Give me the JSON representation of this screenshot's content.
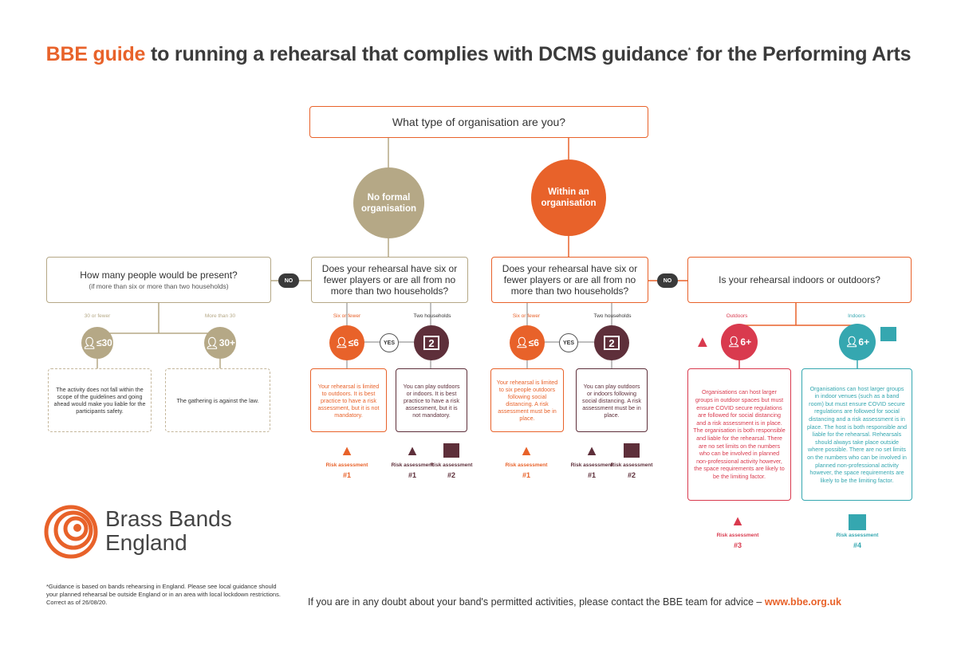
{
  "title": {
    "brand": "BBE guide",
    "rest": "to running a rehearsal that complies with DCMS guidance",
    "tail": "for the Performing Arts",
    "mark": "*"
  },
  "top_question": "What type of organisation are you?",
  "no_formal": "No formal organisation",
  "within": "Within an organisation",
  "q_how_many": "How many people would be present?",
  "q_how_many_sub": "(if more than six or more than two households)",
  "no_label": "NO",
  "yes_label": "YES",
  "q_six_a": "Does your rehearsal have six or fewer players or are all from no more than two households?",
  "q_six_b": "Does your rehearsal have six or fewer players or are all from no more than two households?",
  "q_indoors": "Is your rehearsal indoors or outdoors?",
  "lbl_30fewer": "30 or fewer",
  "lbl_more30": "More than 30",
  "icon_30": "≤30",
  "icon_30p": "30+",
  "lbl_six": "Six or fewer",
  "lbl_two": "Two households",
  "icon_le6": "≤6",
  "icon_2": "2",
  "lbl_outdoors": "Outdoors",
  "lbl_indoors": "Indoors",
  "icon_6p": "6+",
  "note_30": "The activity does not fall within the scope of the guidelines and going ahead would make you liable for the participants safety.",
  "note_30p": "The gathering is against the law.",
  "note_a1": "Your rehearsal is limited to outdoors. It is best practice to have a risk assessment, but it is not mandatory.",
  "note_a2": "You can play outdoors or indoors. It is best practice to have a risk assessment, but it is not mandatory.",
  "note_b1": "Your rehearsal is limited to six people outdoors following social distancing. A risk assessment must be in place.",
  "note_b2": "You can play outdoors or indoors following social distancing. A risk assessment must be in place.",
  "note_out": "Organisations can host larger groups in outdoor spaces but must ensure COVID secure regulations are followed for social distancing and a risk assessment is in place. The organisation is both responsible and liable for the rehearsal. There are no set limits on the numbers who can be involved in planned non-professional activity however, the space requirements are likely to be the limiting factor.",
  "note_in": "Organisations can host larger groups in indoor venues (such as a band room) but must ensure COVID secure regulations are followed for social distancing and a risk assessment is in place. The host is both responsible and liable for the rehearsal. Rehearsals should always take place outside where possible. There are no set limits on the numbers who can be involved in planned non-professional activity however, the space requirements are likely to be the limiting factor.",
  "ra": "Risk assessment",
  "ra1": "#1",
  "ra2": "#2",
  "ra3": "#3",
  "ra4": "#4",
  "logo_line1": "Brass Bands",
  "logo_line2": "England",
  "footnote": "*Guidance is based on bands rehearsing in England. Please see local guidance should your planned rehearsal be outside England or in an area with local lockdown restrictions. Correct as of 26/08/20.",
  "contact": "If you are in any doubt about your band's permitted activities, please contact the BBE team for advice –",
  "url": "www.bbe.org.uk",
  "colors": {
    "orange": "#e8622a",
    "tan": "#b5a886",
    "plum": "#5e2f3a",
    "red": "#d93a4e",
    "teal": "#35a7b0",
    "dark": "#3a3a3a"
  }
}
